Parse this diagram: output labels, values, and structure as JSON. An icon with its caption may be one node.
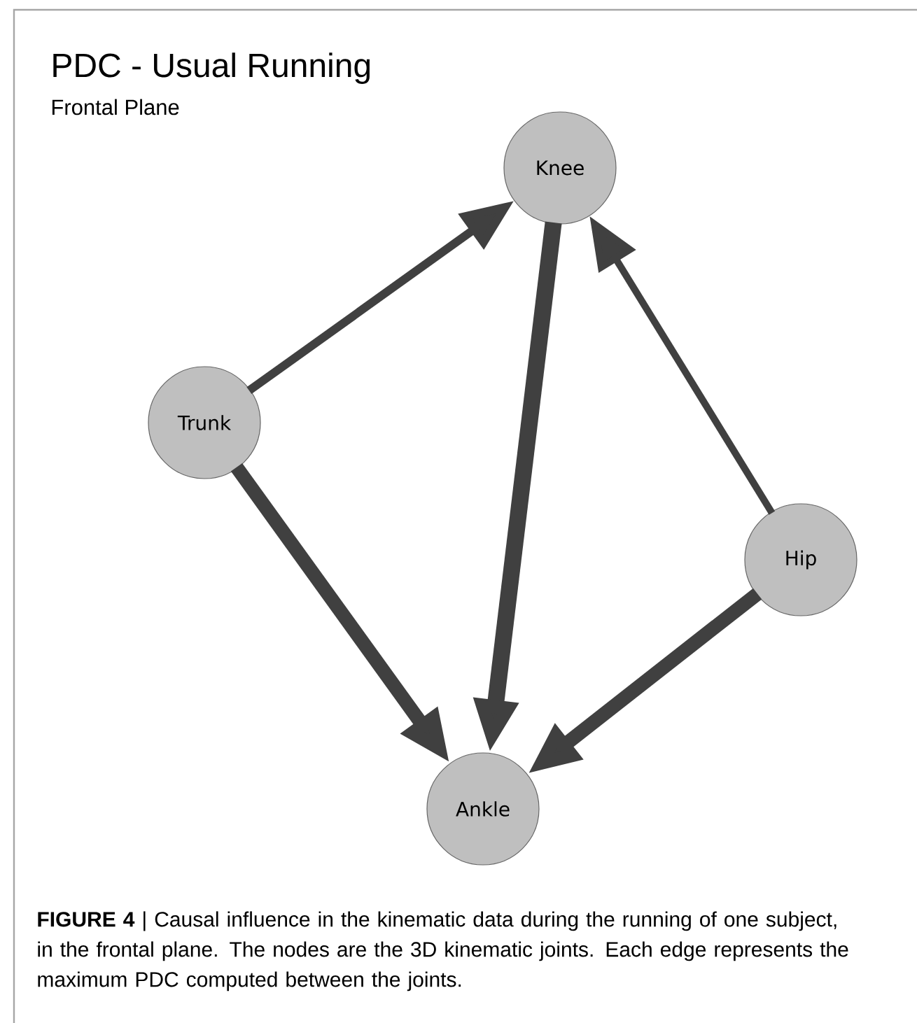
{
  "diagram": {
    "title": "PDC - Usual Running",
    "caption": "**FIGURE 4** | Causal influence in the kinematic data during the running of one subject, in the frontal plane. The nodes are the 3D kinematic joints. Each edge represents the maximum PDC computed between the joints.",
    "nodes": [
      {
        "text": [
          "Knee"
        ]
      },
      {
        "text": [
          "Trunk"
        ]
      },
      {
        "text": [
          "Hip"
        ]
      },
      {
        "text": [
          "Ankle"
        ]
      }
    ],
    "edges": [
      {
        "from": 1,
        "to": 0,
        "arrow": "to"
      },
      {
        "from": 0,
        "to": 3,
        "arrow": "to"
      },
      {
        "from": 2,
        "to": 0,
        "arrow": "to"
      },
      {
        "from": 1,
        "to": 3,
        "arrow": "to"
      },
      {
        "from": 2,
        "to": 3,
        "arrow": "to"
      }
    ],
    "labels": [
      "Frontal Plane"
    ]
  }
}
